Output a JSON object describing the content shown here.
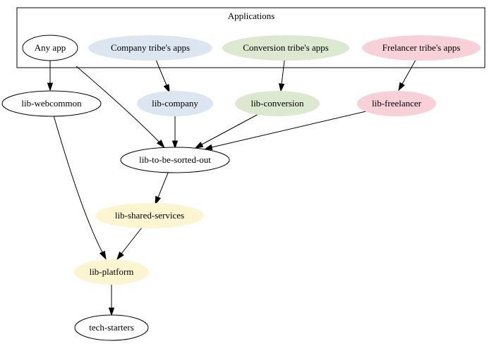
{
  "diagram": {
    "cluster": {
      "label": "Applications"
    },
    "colors": {
      "white": "#ffffff",
      "blue": "#dce6f1",
      "green": "#dce8cf",
      "pink": "#f7d0d8",
      "yellow": "#fdf5cf",
      "stroke": "#000000"
    },
    "nodes": {
      "any_app": "Any app",
      "company_apps": "Company tribe's apps",
      "conversion_apps": "Conversion tribe's apps",
      "freelancer_apps": "Frelancer tribe's apps",
      "lib_webcommon": "lib-webcommon",
      "lib_company": "lib-company",
      "lib_conversion": "lib-conversion",
      "lib_freelancer": "lib-freelancer",
      "lib_to_be_sorted_out": "lib-to-be-sorted-out",
      "lib_shared_services": "lib-shared-services",
      "lib_platform": "lib-platform",
      "tech_starters": "tech-starters"
    },
    "edges": [
      [
        "any_app",
        "lib_webcommon"
      ],
      [
        "any_app",
        "lib_to_be_sorted_out"
      ],
      [
        "company_apps",
        "lib_company"
      ],
      [
        "conversion_apps",
        "lib_conversion"
      ],
      [
        "freelancer_apps",
        "lib_freelancer"
      ],
      [
        "lib_webcommon",
        "lib_platform"
      ],
      [
        "lib_company",
        "lib_to_be_sorted_out"
      ],
      [
        "lib_conversion",
        "lib_to_be_sorted_out"
      ],
      [
        "lib_freelancer",
        "lib_to_be_sorted_out"
      ],
      [
        "lib_to_be_sorted_out",
        "lib_shared_services"
      ],
      [
        "lib_shared_services",
        "lib_platform"
      ],
      [
        "lib_platform",
        "tech_starters"
      ]
    ]
  }
}
